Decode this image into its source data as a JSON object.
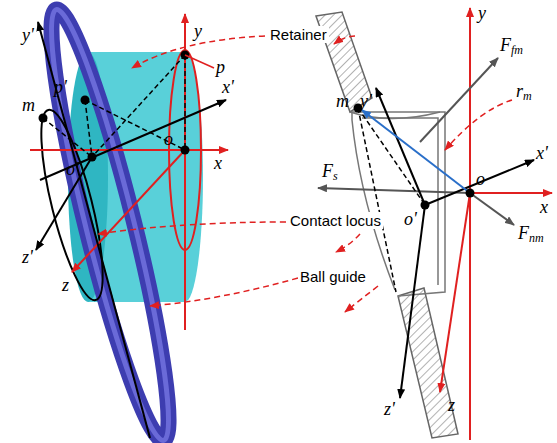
{
  "diagram": {
    "labels": [
      "y'",
      "y",
      "Retainer",
      "y",
      "Ffm",
      "m",
      "p",
      "y'",
      "m",
      "rm",
      "p'",
      "x'",
      "x'",
      "o",
      "x",
      "Fs",
      "o",
      "x",
      "o'",
      "Contact locus",
      "o'",
      "Fnm",
      "z'",
      "z",
      "Ball guide",
      "z'",
      "z"
    ]
  }
}
